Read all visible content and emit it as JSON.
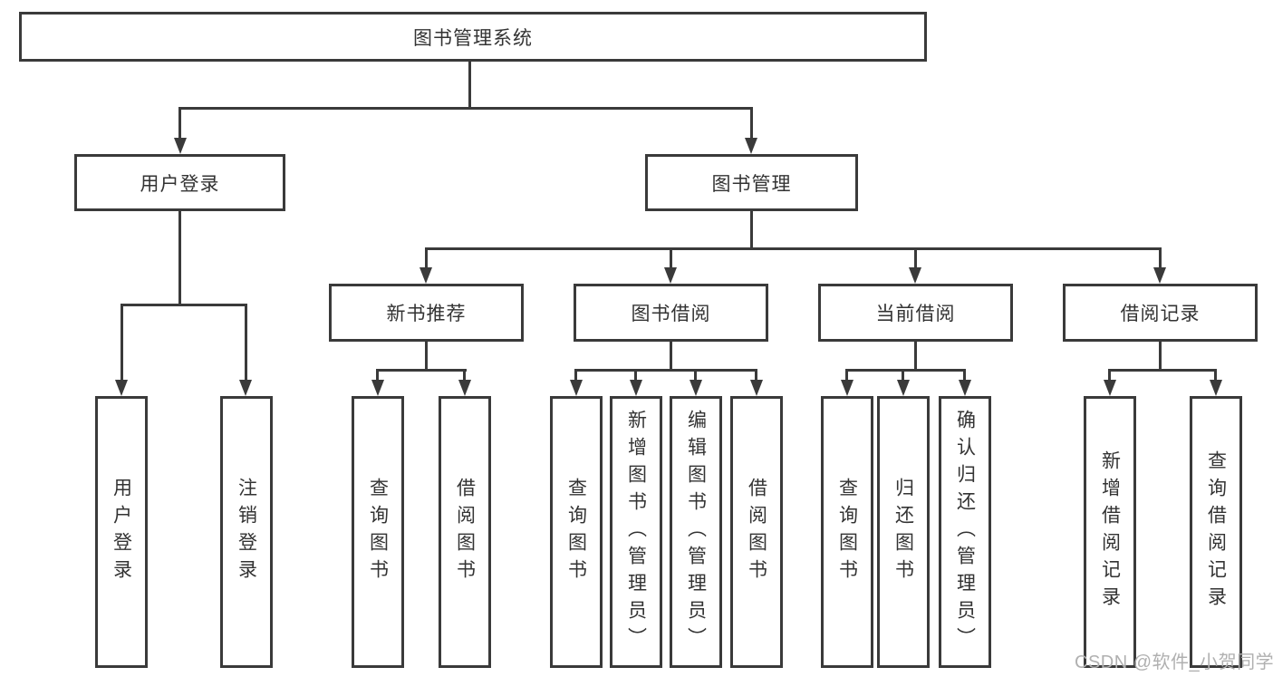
{
  "diagram": {
    "root": "图书管理系统",
    "branches": [
      {
        "label": "用户登录",
        "children": [
          "用户登录",
          "注销登录"
        ]
      },
      {
        "label": "图书管理",
        "children": [
          {
            "label": "新书推荐",
            "children": [
              "查询图书",
              "借阅图书"
            ]
          },
          {
            "label": "图书借阅",
            "children": [
              "查询图书",
              "新增图书（管理员）",
              "编辑图书（管理员）",
              "借阅图书"
            ]
          },
          {
            "label": "当前借阅",
            "children": [
              "查询图书",
              "归还图书",
              "确认归还（管理员）"
            ]
          },
          {
            "label": "借阅记录",
            "children": [
              "新增借阅记录",
              "查询借阅记录"
            ]
          }
        ]
      }
    ]
  },
  "watermark": {
    "text": "CSDN @软件_小贺同学"
  },
  "colors": {
    "line": "#3a3a3a",
    "text": "#333333",
    "watermark": "#b0b0b0",
    "background": "#ffffff"
  }
}
